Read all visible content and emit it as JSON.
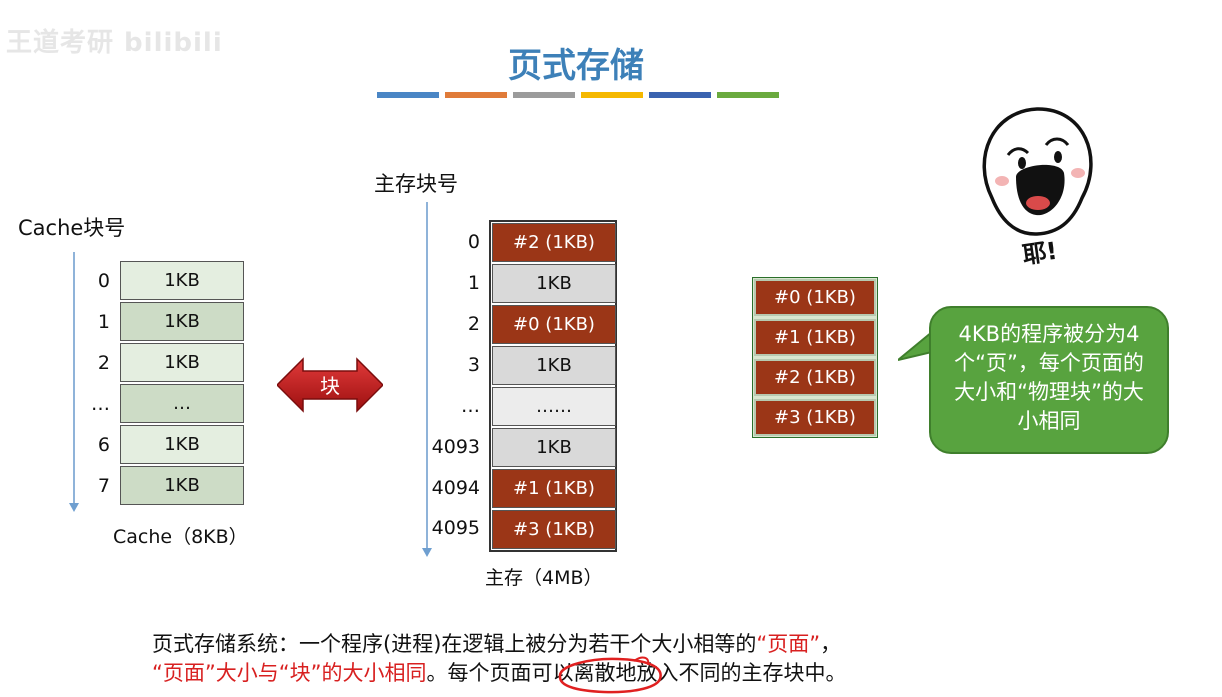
{
  "watermark": "王道考研 bilibili",
  "title": "页式存储",
  "title_bar_colors": [
    "#4a86c5",
    "#e07b39",
    "#9b9b9b",
    "#f5b800",
    "#3a63b0",
    "#6aaa3e"
  ],
  "cache": {
    "axis_label": "Cache块号",
    "rows": [
      {
        "num": "0",
        "value": "1KB"
      },
      {
        "num": "1",
        "value": "1KB"
      },
      {
        "num": "2",
        "value": "1KB"
      },
      {
        "num": "…",
        "value": "…"
      },
      {
        "num": "6",
        "value": "1KB"
      },
      {
        "num": "7",
        "value": "1KB"
      }
    ],
    "caption": "Cache（8KB）"
  },
  "arrow_label": "块",
  "memory": {
    "axis_label": "主存块号",
    "rows": [
      {
        "num": "0",
        "value": "#2 (1KB)"
      },
      {
        "num": "1",
        "value": "1KB"
      },
      {
        "num": "2",
        "value": "#0 (1KB)"
      },
      {
        "num": "3",
        "value": "1KB"
      },
      {
        "num": "…",
        "value": "……"
      },
      {
        "num": "4093",
        "value": "1KB"
      },
      {
        "num": "4094",
        "value": "#1 (1KB)"
      },
      {
        "num": "4095",
        "value": "#3 (1KB)"
      }
    ],
    "caption": "主存（4MB）"
  },
  "program_pages": [
    "#0 (1KB)",
    "#1 (1KB)",
    "#2 (1KB)",
    "#3 (1KB)"
  ],
  "bubble_text": "4KB的程序被分为4个“页”，每个页面的大小和“物理块”的大小相同",
  "mascot_text": "耶!",
  "description": {
    "line1_plain": "页式存储系统：一个程序(进程)在逻辑上被分为若干个大小相等的",
    "line1_red": "“页面”",
    "line1_end": "，",
    "line2_red": "“页面”大小与“块”的大小相同",
    "line2_plain": "。每个页面可以离散地放入不同的主存块中。"
  }
}
